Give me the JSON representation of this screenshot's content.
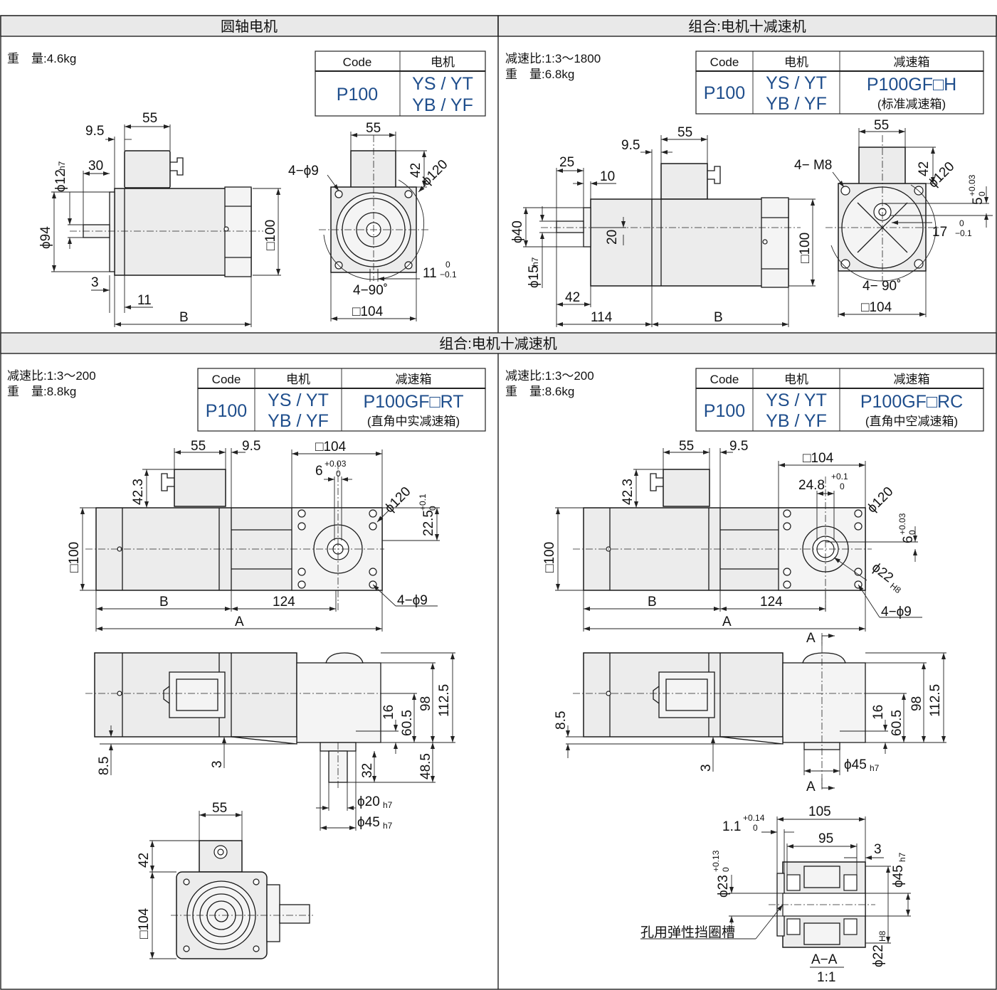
{
  "panels": {
    "top_left": {
      "title": "圆轴电机",
      "weight": "重　量:4.6kg",
      "table": {
        "headers": [
          "Code",
          "电机"
        ],
        "code": "P100",
        "motor_1": "YS / YT",
        "motor_2": "YB / YF"
      },
      "dims": {
        "d55a": "55",
        "d95": "9.5",
        "d30": "30",
        "d12": "ϕ12",
        "d12sub": "h7",
        "d94": "ϕ94",
        "d3": "3",
        "d11": "11",
        "dB": "B",
        "d100": "□100",
        "d55b": "55",
        "d42": "42",
        "d4phi9": "4−ϕ9",
        "d120": "ϕ120",
        "d490": "4−90˚",
        "d104": "□104",
        "d11tol": "11",
        "tolu": "0",
        "told": "−0.1"
      }
    },
    "top_right": {
      "title": "组合:电机十减速机",
      "ratio": "减速比:1:3～1800",
      "weight": "重　量:6.8kg",
      "table": {
        "headers": [
          "Code",
          "电机",
          "减速箱"
        ],
        "code": "P100",
        "motor_1": "YS / YT",
        "motor_2": "YB / YF",
        "gear": "P100GF□H",
        "gear_note": "(标准减速箱)"
      },
      "dims": {
        "d55a": "55",
        "d95": "9.5",
        "d25": "25",
        "d10": "10",
        "d40": "ϕ40",
        "d15": "ϕ15",
        "d15sub": "h7",
        "d20": "20",
        "d42": "42",
        "d114": "114",
        "dB": "B",
        "d100": "□100",
        "d55b": "55",
        "d42b": "42",
        "dM8": "4− M8",
        "d120": "ϕ120",
        "d5": "5",
        "d5u": "+0.03",
        "d5d": "0",
        "d17": "17",
        "d17u": "0",
        "d17d": "−0.1",
        "d490": "4− 90˚",
        "d104": "□104"
      }
    },
    "bottom_title": "组合:电机十减速机",
    "bottom_left": {
      "ratio": "减速比:1:3～200",
      "weight": "重　量:8.8kg",
      "table": {
        "headers": [
          "Code",
          "电机",
          "减速箱"
        ],
        "code": "P100",
        "motor_1": "YS / YT",
        "motor_2": "YB / YF",
        "gear": "P100GF□RT",
        "gear_note": "(直角中实减速箱)"
      },
      "dims": {
        "d55": "55",
        "d95": "9.5",
        "d104": "□104",
        "d6": "6",
        "d6u": "+0.03",
        "d6d": "0",
        "d423": "42.3",
        "d120": "ϕ120",
        "d225": "22.5",
        "d225u": "+0.1",
        "d225d": "0",
        "d100": "□100",
        "dB": "B",
        "d124": "124",
        "d4phi9": "4−ϕ9",
        "dA": "A",
        "d1125": "112.5",
        "d98": "98",
        "d605": "60.5",
        "d16": "16",
        "d485": "48.5",
        "d85": "8.5",
        "d3": "3",
        "d32": "32",
        "d20": "ϕ20",
        "d20sub": "h7",
        "d45": "ϕ45",
        "d45sub": "h7",
        "d55c": "55",
        "d42": "42",
        "d104b": "□104"
      }
    },
    "bottom_right": {
      "ratio": "减速比:1:3～200",
      "weight": "重　量:8.6kg",
      "table": {
        "headers": [
          "Code",
          "电机",
          "减速箱"
        ],
        "code": "P100",
        "motor_1": "YS / YT",
        "motor_2": "YB / YF",
        "gear": "P100GF□RC",
        "gear_note": "(直角中空减速箱)"
      },
      "dims": {
        "d55": "55",
        "d95": "9.5",
        "d104": "□104",
        "d248": "24.8",
        "d248u": "+0.1",
        "d248d": "0",
        "d423": "42.3",
        "d120": "ϕ120",
        "d6": "6",
        "d6u": "+0.03",
        "d6d": "0",
        "d100": "□100",
        "d22": "ϕ22",
        "d22sub": "H8",
        "dB": "B",
        "d124": "124",
        "d4phi9": "4−ϕ9",
        "dA": "A",
        "secA1": "A",
        "secA2": "A",
        "d1125": "112.5",
        "d98": "98",
        "d605": "60.5",
        "d16": "16",
        "d85": "8.5",
        "d3": "3",
        "d45": "ϕ45",
        "d45sub": "h7",
        "d105": "105",
        "d11": "1.1",
        "d11u": "+0.14",
        "d11d": "0",
        "d95b": "95",
        "d3b": "3",
        "d23": "ϕ23",
        "d23u": "+0.13",
        "d23d": "0",
        "d45b": "ϕ45",
        "d45bsub": "h7",
        "d22b": "ϕ22",
        "d22bsub": "H8",
        "groove": "孔用弹性挡圈槽",
        "section": "A−A",
        "scale": "1:1"
      }
    }
  }
}
